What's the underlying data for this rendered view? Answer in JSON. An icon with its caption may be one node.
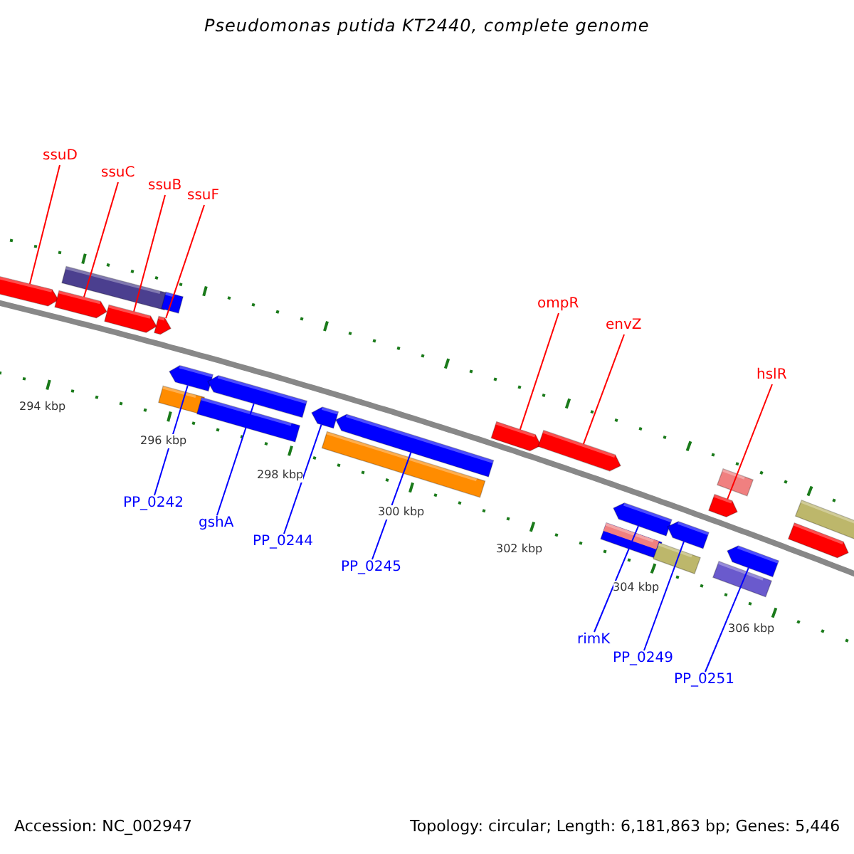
{
  "diagram": {
    "title": "Pseudomonas putida KT2440, complete genome",
    "nodes": [
      {
        "text": [
          "ssuD"
        ]
      },
      {
        "text": [
          "ssuC"
        ]
      },
      {
        "text": [
          "ssuB"
        ]
      },
      {
        "text": [
          "ssuF"
        ]
      },
      {
        "text": [
          "ompR"
        ]
      },
      {
        "text": [
          "envZ"
        ]
      },
      {
        "text": [
          "hslR"
        ]
      },
      {
        "text": [
          "PP_0242"
        ]
      },
      {
        "text": [
          "gshA"
        ]
      },
      {
        "text": [
          "PP_0244"
        ]
      },
      {
        "text": [
          "PP_0245"
        ]
      },
      {
        "text": [
          "rimK"
        ]
      },
      {
        "text": [
          "PP_0249"
        ]
      },
      {
        "text": [
          "PP_0251"
        ]
      },
      {
        "text": [],
        "shape": "bar"
      },
      {
        "text": [],
        "shape": "bar"
      },
      {
        "text": [],
        "shape": "bar"
      },
      {
        "text": [],
        "shape": "bar"
      },
      {
        "text": [],
        "shape": "bar"
      },
      {
        "text": [],
        "shape": "bar"
      },
      {
        "text": [],
        "shape": "bar"
      },
      {
        "text": [],
        "shape": "bar"
      },
      {
        "text": [],
        "shape": "bar"
      },
      {
        "text": [],
        "shape": "bar"
      },
      {
        "text": [],
        "shape": "bar"
      },
      {
        "text": [],
        "shape": "bar"
      },
      {
        "text": [],
        "shape": "bar"
      },
      {
        "text": [],
        "shape": "bar"
      },
      {
        "text": [],
        "shape": "bar"
      },
      {
        "text": [],
        "shape": "bar"
      },
      {
        "text": [],
        "shape": "bar"
      },
      {
        "text": [],
        "shape": "bar"
      },
      {
        "text": [],
        "shape": "bar"
      },
      {
        "text": [],
        "shape": "bar"
      },
      {
        "text": [],
        "shape": "bar"
      },
      {
        "text": [],
        "shape": "bar"
      },
      {
        "text": [],
        "shape": "bar"
      },
      {
        "text": [],
        "shape": "bar"
      },
      {
        "text": [],
        "shape": "bar"
      }
    ],
    "edges": [
      {
        "from": 0,
        "to": 14,
        "arrow": "none"
      },
      {
        "from": 1,
        "to": 15,
        "arrow": "none"
      },
      {
        "from": 2,
        "to": 17,
        "arrow": "none"
      },
      {
        "from": 3,
        "to": 18,
        "arrow": "none"
      },
      {
        "from": 4,
        "to": 27,
        "arrow": "none"
      },
      {
        "from": 5,
        "to": 28,
        "arrow": "none"
      },
      {
        "from": 6,
        "to": 33,
        "arrow": "none"
      },
      {
        "from": 7,
        "to": 21,
        "arrow": "none",
        "color": "#0000ff"
      },
      {
        "from": 8,
        "to": 23,
        "arrow": "none",
        "color": "#0000ff"
      },
      {
        "from": 9,
        "to": 24,
        "arrow": "none",
        "color": "#0000ff"
      },
      {
        "from": 10,
        "to": 26,
        "arrow": "none",
        "color": "#0000ff"
      },
      {
        "from": 11,
        "to": 30,
        "arrow": "none",
        "color": "#0000ff"
      },
      {
        "from": 12,
        "to": 32,
        "arrow": "none",
        "color": "#0000ff"
      },
      {
        "from": 13,
        "to": 36,
        "arrow": "none",
        "color": "#0000ff"
      }
    ],
    "labels": [
      "294 kbp",
      "296 kbp",
      "298 kbp",
      "300 kbp",
      "302 kbp",
      "304 kbp",
      "306 kbp",
      "Accession: NC_002947",
      "Topology: circular; Length: 6,181,863 bp; Genes: 5,446"
    ]
  }
}
